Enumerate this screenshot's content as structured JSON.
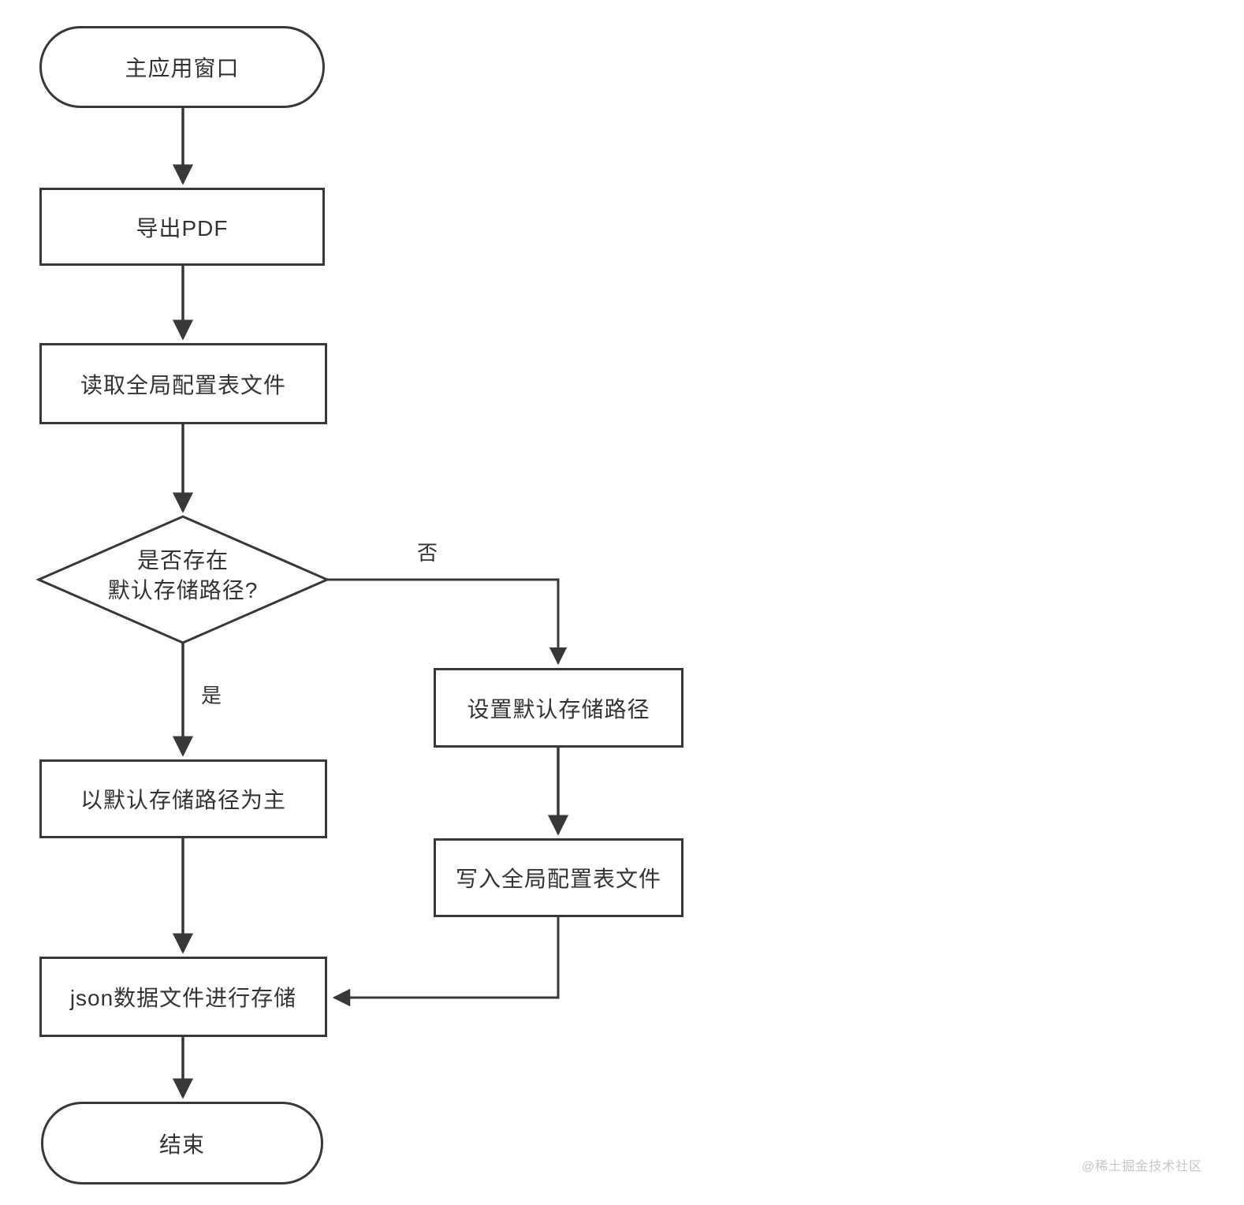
{
  "diagram": {
    "type": "flowchart",
    "nodes": {
      "start": {
        "label": "主应用窗口",
        "shape": "terminal"
      },
      "export_pdf": {
        "label": "导出PDF",
        "shape": "process"
      },
      "read_config": {
        "label": "读取全局配置表文件",
        "shape": "process"
      },
      "decision": {
        "label_line1": "是否存在",
        "label_line2": "默认存储路径?",
        "shape": "decision"
      },
      "use_default": {
        "label": "以默认存储路径为主",
        "shape": "process"
      },
      "set_default": {
        "label": "设置默认存储路径",
        "shape": "process"
      },
      "write_config": {
        "label": "写入全局配置表文件",
        "shape": "process"
      },
      "json_store": {
        "label": "json数据文件进行存储",
        "shape": "process"
      },
      "end": {
        "label": "结束",
        "shape": "terminal"
      }
    },
    "edge_labels": {
      "yes": "是",
      "no": "否"
    },
    "flow": [
      "start -> export_pdf",
      "export_pdf -> read_config",
      "read_config -> decision",
      "decision -(是)-> use_default",
      "decision -(否)-> set_default",
      "set_default -> write_config",
      "use_default -> json_store",
      "write_config -> json_store",
      "json_store -> end"
    ],
    "colors": {
      "stroke": "#383838",
      "text": "#333333",
      "watermark": "#c6c6c6",
      "background": "#ffffff"
    }
  },
  "watermark": "@稀土掘金技术社区"
}
